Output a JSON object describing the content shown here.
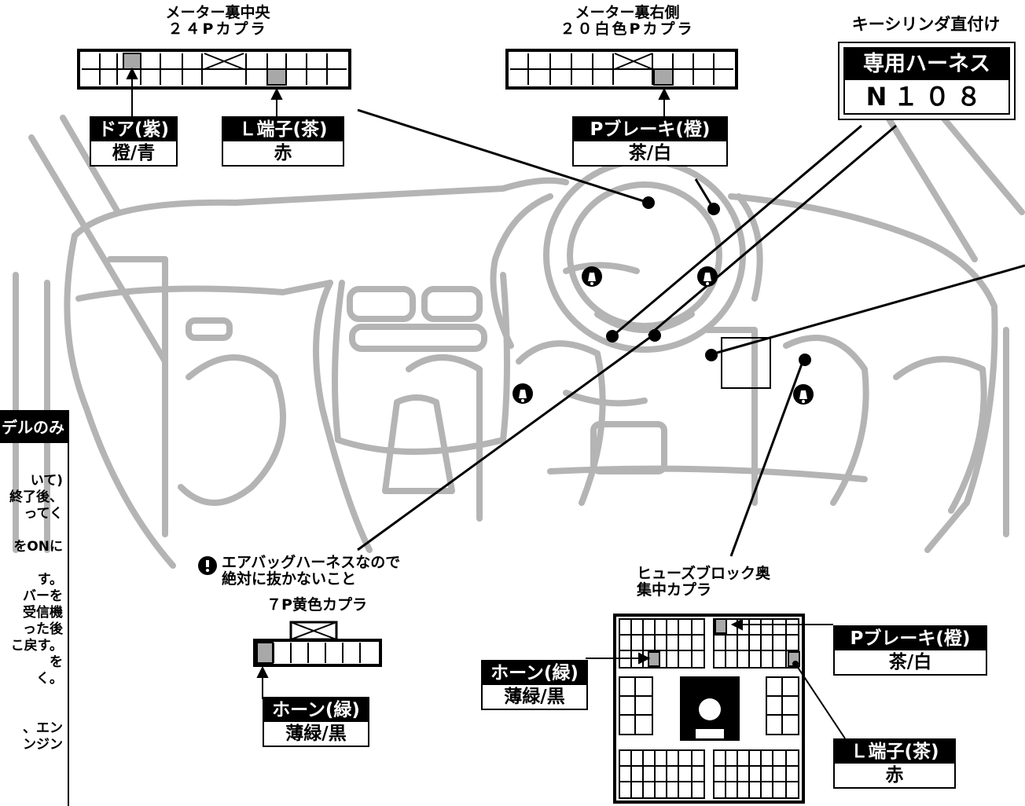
{
  "connector_center": {
    "title1": "メーター裏中央",
    "title2": "２４Pカプラ"
  },
  "connector_right": {
    "title1": "メーター裏右側",
    "title2": "２０白色Pカプラ"
  },
  "key_cylinder": {
    "title": "キーシリンダ直付け",
    "harness_label": "専用ハーネス",
    "harness_code": "N１０８"
  },
  "tags": {
    "door": {
      "head": "ドア(紫)",
      "body": "橙/青"
    },
    "l_terminal_top": {
      "head": "Ｌ端子(茶)",
      "body": "赤"
    },
    "p_brake_top": {
      "head": "Pブレーキ(橙)",
      "body": "茶/白"
    },
    "horn_left": {
      "head": "ホーン(緑)",
      "body": "薄緑/黒"
    },
    "horn_right": {
      "head": "ホーン(緑)",
      "body": "薄緑/黒"
    },
    "p_brake_bottom": {
      "head": "Pブレーキ(橙)",
      "body": "茶/白"
    },
    "l_terminal_bottom": {
      "head": "Ｌ端子(茶)",
      "body": "赤"
    }
  },
  "airbag": {
    "warning1": "エアバッグハーネスなので",
    "warning2": "絶対に抜かないこと",
    "connector": "７P黄色カプラ"
  },
  "fuse_block": {
    "title1": "ヒューズブロック奥",
    "title2": "集中カプラ"
  },
  "side_note": {
    "header": "デルのみ",
    "lines": [
      "いて)",
      "終了後、",
      "ってく",
      "",
      "をONに",
      "",
      "す。",
      "バーを",
      "受信機",
      "った後",
      "こ戻す。",
      "を",
      "く。",
      "",
      "",
      "、エン",
      "ンジン"
    ]
  },
  "colors": {
    "ink": "#000000",
    "sketch": "#b4b4b4",
    "pin_fill": "#a8a8a8"
  }
}
